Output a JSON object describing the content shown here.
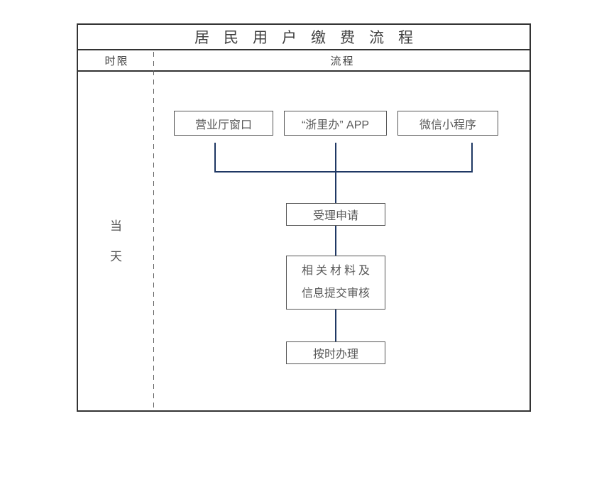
{
  "title": "居民用户缴费流程",
  "header": {
    "time_limit_label": "时限",
    "process_label": "流程"
  },
  "time_cell": {
    "char1": "当",
    "char2": "天"
  },
  "flow": {
    "channels": [
      {
        "label": "营业厅窗口"
      },
      {
        "label": "“浙里办” APP"
      },
      {
        "label": "微信小程序"
      }
    ],
    "step_accept": "受理申请",
    "step_review_line1": "相关材料及",
    "step_review_line2": "信息提交审核",
    "step_process": "按时办理"
  },
  "colors": {
    "connector_line": "#1f3864",
    "table_border": "#333333",
    "box_border": "#555555",
    "box_text": "#595959",
    "title_text": "#3f3f3f"
  }
}
